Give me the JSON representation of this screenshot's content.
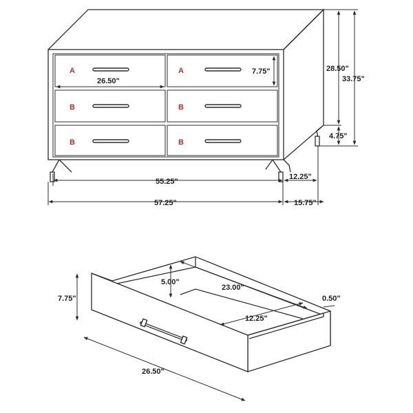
{
  "dresser": {
    "drawer_labels": [
      "A",
      "A",
      "B",
      "B",
      "B",
      "B"
    ],
    "dims": {
      "drawer_width": "26.50\"",
      "drawer_height": "7.75\"",
      "case_height": "28.50\"",
      "overall_height": "33.75\"",
      "leg_height": "4.75\"",
      "inner_width": "55.25\"",
      "overall_width": "57.25\"",
      "leg_depth": "12.25\"",
      "overall_depth": "15.75\""
    }
  },
  "drawer": {
    "dims": {
      "front_height": "7.75\"",
      "inner_height": "5.00\"",
      "inner_depth": "23.00\"",
      "inner_width": "12.25\"",
      "side_thickness": "0.50\"",
      "front_width": "26.50\""
    }
  }
}
